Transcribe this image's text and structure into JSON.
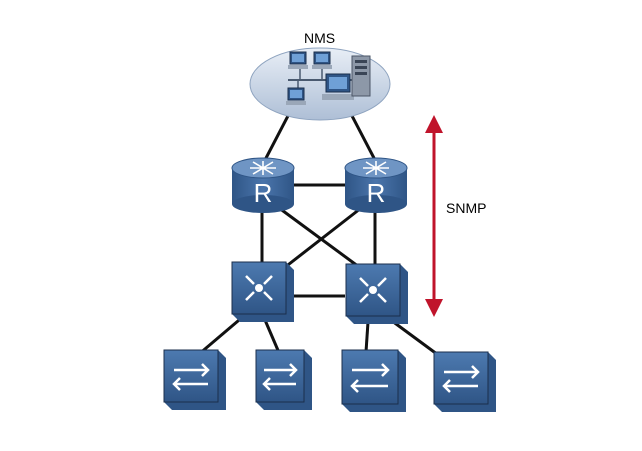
{
  "diagram": {
    "nms_label": "NMS",
    "snmp_label": "SNMP",
    "devices": [
      {
        "id": "router-left",
        "kind": "router",
        "glyph": "R"
      },
      {
        "id": "router-right",
        "kind": "router",
        "glyph": "R"
      },
      {
        "id": "core-switch-left",
        "kind": "core-switch"
      },
      {
        "id": "core-switch-right",
        "kind": "core-switch"
      },
      {
        "id": "access-switch-1",
        "kind": "access-switch"
      },
      {
        "id": "access-switch-2",
        "kind": "access-switch"
      },
      {
        "id": "access-switch-3",
        "kind": "access-switch"
      },
      {
        "id": "access-switch-4",
        "kind": "access-switch"
      }
    ],
    "links": [
      [
        "nms",
        "router-left"
      ],
      [
        "nms",
        "router-right"
      ],
      [
        "router-left",
        "router-right"
      ],
      [
        "router-left",
        "core-switch-left"
      ],
      [
        "router-left",
        "core-switch-right"
      ],
      [
        "router-right",
        "core-switch-left"
      ],
      [
        "router-right",
        "core-switch-right"
      ],
      [
        "core-switch-left",
        "core-switch-right"
      ],
      [
        "core-switch-left",
        "access-switch-1"
      ],
      [
        "core-switch-left",
        "access-switch-2"
      ],
      [
        "core-switch-right",
        "access-switch-3"
      ],
      [
        "core-switch-right",
        "access-switch-4"
      ]
    ],
    "colors": {
      "device_top": "#5f87b8",
      "device_side": "#2f5586",
      "device_face": "#3f6a9e",
      "link": "#111111",
      "snmp_arrow": "#c0142b",
      "cloud": "#c9d6e6"
    }
  }
}
